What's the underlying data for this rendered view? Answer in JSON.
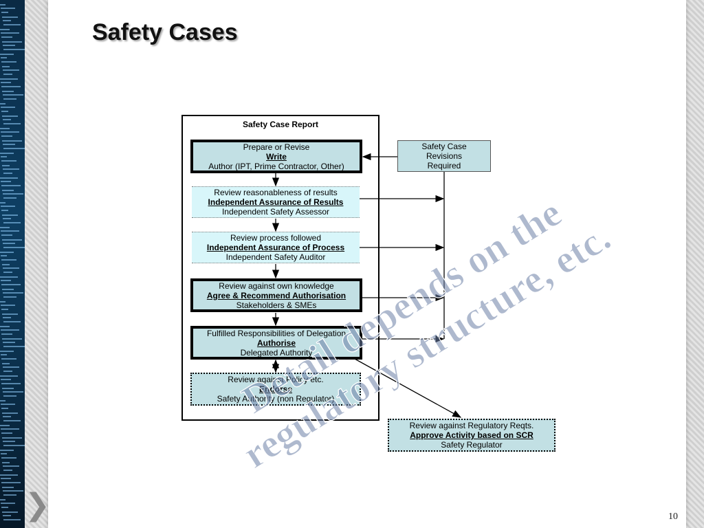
{
  "slide": {
    "title": "Safety Cases",
    "page_number": "10"
  },
  "diagram": {
    "frame_title": "Safety Case Report",
    "steps": [
      {
        "line1": "Prepare or Revise",
        "line2": "Write",
        "line3": "Author (IPT, Prime Contractor, Other)"
      },
      {
        "line1": "Review reasonableness of results",
        "line2": "Independent Assurance of Results",
        "line3": "Independent Safety Assessor"
      },
      {
        "line1": "Review process followed",
        "line2": "Independent Assurance of Process",
        "line3": "Independent Safety Auditor"
      },
      {
        "line1": "Review against own knowledge",
        "line2": "Agree & Recommend Authorisation",
        "line3": "Stakeholders & SMEs"
      },
      {
        "line1": "Fulfilled Responsibilities of Delegation",
        "line2": "Authorise",
        "line3": "Delegated Authority"
      },
      {
        "line1": "Review against Policy etc.",
        "line2": "Endorse",
        "line3": "Safety Authority (non Regulator)"
      }
    ],
    "revisions_box": {
      "line1": "Safety Case",
      "line2": "Revisions",
      "line3": "Required"
    },
    "regulator_box": {
      "line1": "Review against Regulatory Reqts.",
      "line2": "Approve Activity based on SCR",
      "line3": "Safety Regulator"
    }
  },
  "watermark": {
    "line1": "Detail depends on the",
    "line2": "regulatory structure, etc.",
    "color": "#6b7fa6"
  },
  "colors": {
    "box_fill": "#c2e0e4",
    "box_fill_light": "#d8f6fa",
    "accent_dark": "#0b304c"
  }
}
